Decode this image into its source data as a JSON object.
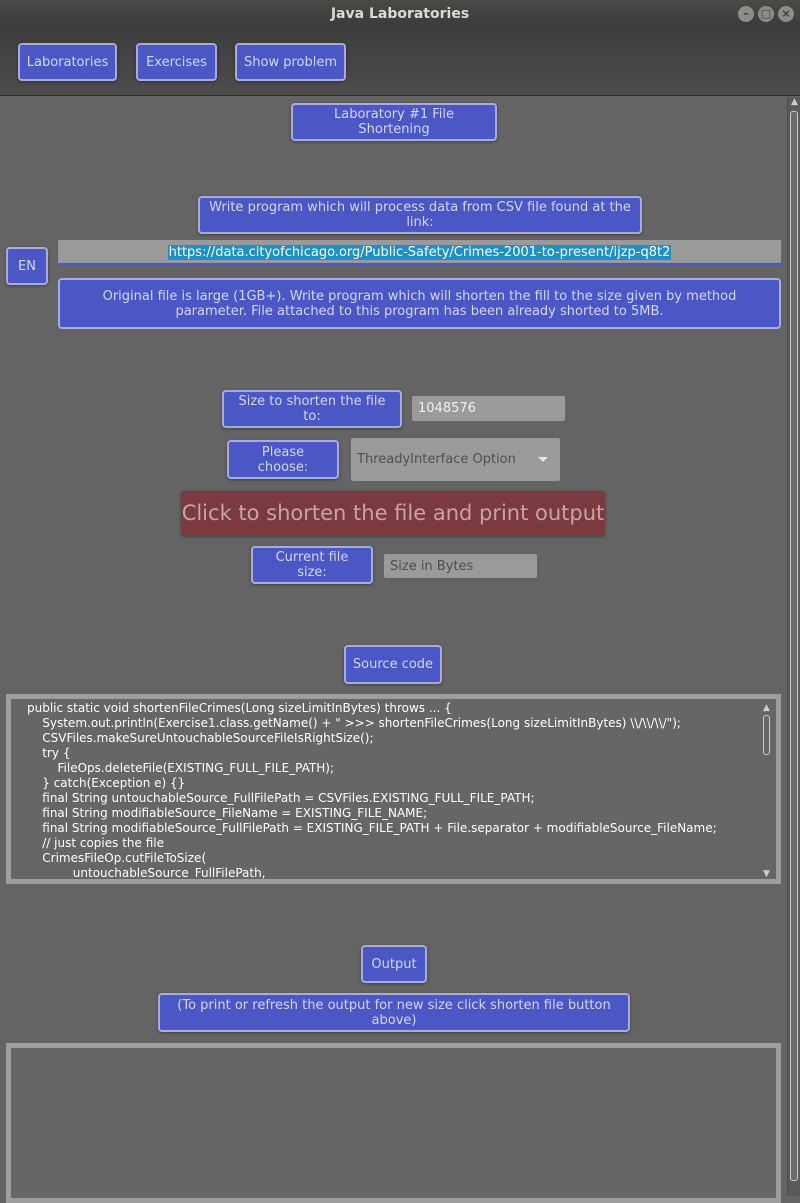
{
  "window": {
    "title": "Java Laboratories"
  },
  "toolbar": {
    "laboratories_label": "Laboratories",
    "exercises_label": "Exercises",
    "show_problem_label": "Show problem"
  },
  "lab": {
    "title": "Laboratory #1 File Shortening",
    "language_label": "EN",
    "instruction": "Write program which will process data from CSV file found at the link:",
    "link": "https://data.cityofchicago.org/Public-Safety/Crimes-2001-to-present/ijzp-q8t2",
    "description": "Original file is large (1GB+). Write program which will shorten the fill to the size given by method parameter. File attached to this program has been already shorted to 5MB."
  },
  "form": {
    "size_label": "Size to shorten the file to:",
    "size_value": "1048576",
    "choose_label": "Please choose:",
    "choose_selected": "ThreadyInterface Option",
    "shorten_button": "Click to shorten the file and print output",
    "current_size_label": "Current file size:",
    "current_size_placeholder": "Size in Bytes"
  },
  "source": {
    "button_label": "Source code",
    "code": "public static void shortenFileCrimes(Long sizeLimitInBytes) throws ... {\n    System.out.println(Exercise1.class.getName() + \" >>> shortenFileCrimes(Long sizeLimitInBytes) \\\\/\\\\/\\\\/\");\n    CSVFiles.makeSureUntouchableSourceFileIsRightSize();\n    try {\n        FileOps.deleteFile(EXISTING_FULL_FILE_PATH);\n    } catch(Exception e) {}\n    final String untouchableSource_FullFilePath = CSVFiles.EXISTING_FULL_FILE_PATH;\n    final String modifiableSource_FileName = EXISTING_FILE_NAME;\n    final String modifiableSource_FullFilePath = EXISTING_FILE_PATH + File.separator + modifiableSource_FileName;\n    // just copies the file\n    CrimesFileOp.cutFileToSize(\n            untouchableSource_FullFilePath,"
  },
  "output": {
    "button_label": "Output",
    "hint": "(To print or refresh the output for new size click shorten file button above)"
  }
}
